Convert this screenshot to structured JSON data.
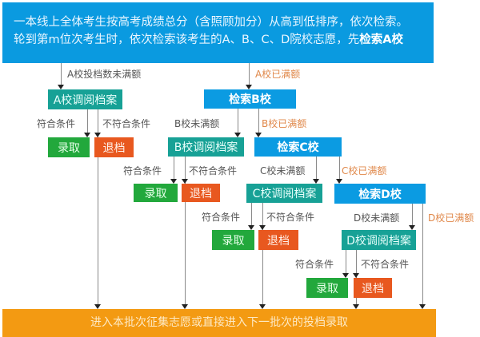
{
  "banner": {
    "line1": "一本线上全体考生按高考成绩总分（含照顾加分）从高到低排序，依次检索。",
    "line2_prefix": "轮到第m位次考生时，依次检索该考生的A、B、C、D院校志愿，先",
    "line2_bold": "检索A校",
    "color": "#0a9ae0"
  },
  "nodes": {
    "search_b": "检索B校",
    "search_c": "检索C校",
    "search_d": "检索D校",
    "review_a": "A校调阅档案",
    "review_b": "B校调阅档案",
    "review_c": "C校调阅档案",
    "review_d": "D校调阅档案",
    "admit": "录取",
    "reject": "退档"
  },
  "labels": {
    "a_not_full": "A校投档数未满额",
    "a_full": "A校已满额",
    "b_not_full": "B校未满额",
    "b_full": "B校已满额",
    "c_not_full": "C校未满额",
    "c_full": "C校已满额",
    "d_not_full": "D校未满额",
    "d_full": "D校已满额",
    "qualified": "符合条件",
    "not_qualified": "不符合条件"
  },
  "footer": {
    "text": "进入本批次征集志愿或直接进入下一批次的投档录取",
    "color": "#f39a12"
  },
  "colors": {
    "search_node": "#0b9be2",
    "review_node": "#17a196",
    "admit_node": "#22a83c",
    "reject_node": "#e8581f",
    "full_label": "#e0884a"
  }
}
